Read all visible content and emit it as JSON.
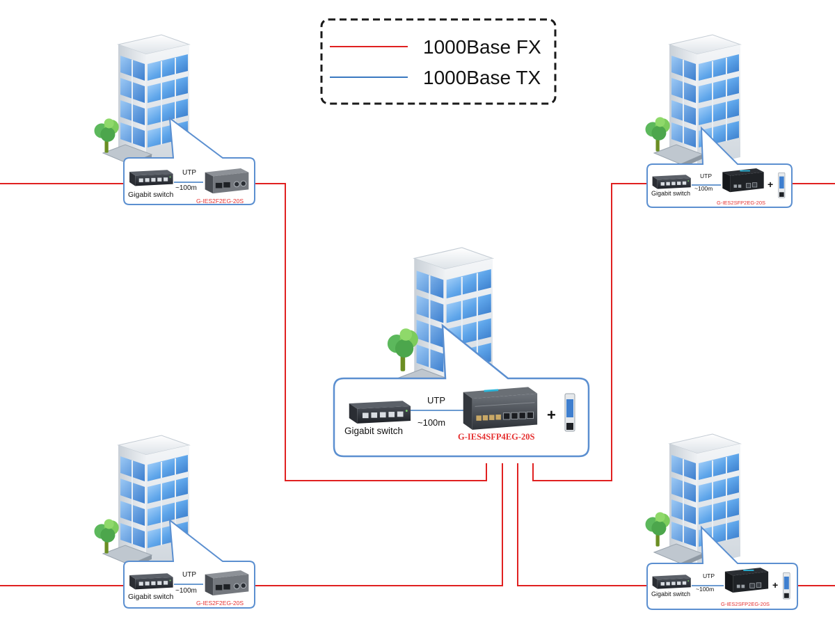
{
  "legend": {
    "fx_label": "1000Base FX",
    "tx_label": "1000Base TX",
    "fx_color": "#e02020",
    "tx_color": "#3a78c0"
  },
  "sites": {
    "center": {
      "switch_label": "Gigabit switch",
      "utp_label": "UTP",
      "distance": "~100m",
      "model": "G-IES4SFP4EG-20S",
      "has_sfp_module": true
    },
    "top_left": {
      "switch_label": "Gigabit switch",
      "utp_label": "UTP",
      "distance": "~100m",
      "model": "G-IES2F2EG-20S",
      "has_sfp_module": false
    },
    "bottom_left": {
      "switch_label": "Gigabit switch",
      "utp_label": "UTP",
      "distance": "~100m",
      "model": "G-IES2F2EG-20S",
      "has_sfp_module": false
    },
    "top_right": {
      "switch_label": "Gigabit switch",
      "utp_label": "UTP",
      "distance": "~100m",
      "model": "G-IES2SFP2EG-20S",
      "has_sfp_module": true
    },
    "bottom_right": {
      "switch_label": "Gigabit switch",
      "utp_label": "UTP",
      "distance": "~100m",
      "model": "G-IES2SFP2EG-20S",
      "has_sfp_module": true
    }
  },
  "icons": {
    "building": "office-building-icon",
    "tree": "tree-icon",
    "switch": "gigabit-switch-icon",
    "converter": "media-converter-icon",
    "sfp": "sfp-module-icon",
    "plus": "plus-icon"
  }
}
